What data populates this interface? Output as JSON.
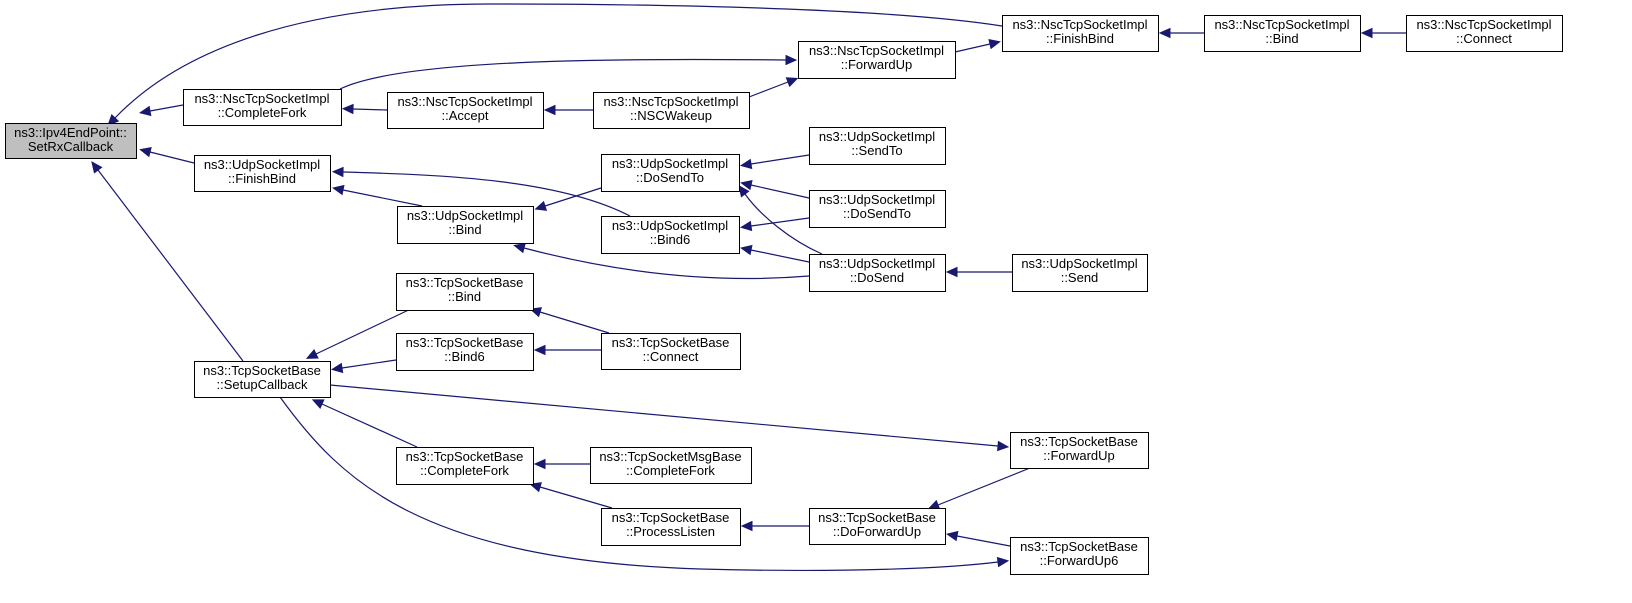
{
  "diagram": {
    "type": "call-graph",
    "edge_color": "#191970",
    "root_fill": "#bfbfbf",
    "nodes": [
      {
        "id": "root",
        "lines": [
          "ns3::Ipv4EndPoint::",
          "SetRxCallback"
        ],
        "root": true
      },
      {
        "id": "nscCompleteFork",
        "lines": [
          "ns3::NscTcpSocketImpl",
          "::CompleteFork"
        ]
      },
      {
        "id": "udpFinishBind",
        "lines": [
          "ns3::UdpSocketImpl",
          "::FinishBind"
        ]
      },
      {
        "id": "tcpSetupCallback",
        "lines": [
          "ns3::TcpSocketBase",
          "::SetupCallback"
        ]
      },
      {
        "id": "nscFinishBind",
        "lines": [
          "ns3::NscTcpSocketImpl",
          "::FinishBind"
        ]
      },
      {
        "id": "nscBind",
        "lines": [
          "ns3::NscTcpSocketImpl",
          "::Bind"
        ]
      },
      {
        "id": "nscConnect",
        "lines": [
          "ns3::NscTcpSocketImpl",
          "::Connect"
        ]
      },
      {
        "id": "nscForwardUp",
        "lines": [
          "ns3::NscTcpSocketImpl",
          "::ForwardUp"
        ]
      },
      {
        "id": "nscAccept",
        "lines": [
          "ns3::NscTcpSocketImpl",
          "::Accept"
        ]
      },
      {
        "id": "nscWakeup",
        "lines": [
          "ns3::NscTcpSocketImpl",
          "::NSCWakeup"
        ]
      },
      {
        "id": "udpBind",
        "lines": [
          "ns3::UdpSocketImpl",
          "::Bind"
        ]
      },
      {
        "id": "udpDoSendTo",
        "lines": [
          "ns3::UdpSocketImpl",
          "::DoSendTo"
        ]
      },
      {
        "id": "udpBind6",
        "lines": [
          "ns3::UdpSocketImpl",
          "::Bind6"
        ]
      },
      {
        "id": "udpSendTo",
        "lines": [
          "ns3::UdpSocketImpl",
          "::SendTo"
        ]
      },
      {
        "id": "udpDoSendTo2",
        "lines": [
          "ns3::UdpSocketImpl",
          "::DoSendTo"
        ]
      },
      {
        "id": "udpDoSend",
        "lines": [
          "ns3::UdpSocketImpl",
          "::DoSend"
        ]
      },
      {
        "id": "udpSend",
        "lines": [
          "ns3::UdpSocketImpl",
          "::Send"
        ]
      },
      {
        "id": "tcpBind",
        "lines": [
          "ns3::TcpSocketBase",
          "::Bind"
        ]
      },
      {
        "id": "tcpBind6",
        "lines": [
          "ns3::TcpSocketBase",
          "::Bind6"
        ]
      },
      {
        "id": "tcpConnect",
        "lines": [
          "ns3::TcpSocketBase",
          "::Connect"
        ]
      },
      {
        "id": "tcpCompleteFork",
        "lines": [
          "ns3::TcpSocketBase",
          "::CompleteFork"
        ]
      },
      {
        "id": "tcpMsgCompleteFork",
        "lines": [
          "ns3::TcpSocketMsgBase",
          "::CompleteFork"
        ]
      },
      {
        "id": "tcpProcessListen",
        "lines": [
          "ns3::TcpSocketBase",
          "::ProcessListen"
        ]
      },
      {
        "id": "tcpDoForwardUp",
        "lines": [
          "ns3::TcpSocketBase",
          "::DoForwardUp"
        ]
      },
      {
        "id": "tcpForwardUp",
        "lines": [
          "ns3::TcpSocketBase",
          "::ForwardUp"
        ]
      },
      {
        "id": "tcpForwardUp6",
        "lines": [
          "ns3::TcpSocketBase",
          "::ForwardUp6"
        ]
      }
    ],
    "edges": [
      {
        "from": "nscFinishBind",
        "to": "root"
      },
      {
        "from": "nscCompleteFork",
        "to": "root"
      },
      {
        "from": "udpFinishBind",
        "to": "root"
      },
      {
        "from": "tcpSetupCallback",
        "to": "root"
      },
      {
        "from": "nscBind",
        "to": "nscFinishBind"
      },
      {
        "from": "nscConnect",
        "to": "nscBind"
      },
      {
        "from": "nscForwardUp",
        "to": "nscFinishBind"
      },
      {
        "from": "nscCompleteFork",
        "to": "nscForwardUp"
      },
      {
        "from": "nscWakeup",
        "to": "nscForwardUp"
      },
      {
        "from": "nscAccept",
        "to": "nscCompleteFork"
      },
      {
        "from": "nscWakeup",
        "to": "nscAccept"
      },
      {
        "from": "udpBind",
        "to": "udpFinishBind"
      },
      {
        "from": "udpBind6",
        "to": "udpFinishBind"
      },
      {
        "from": "udpDoSendTo",
        "to": "udpBind"
      },
      {
        "from": "udpDoSend",
        "to": "udpBind"
      },
      {
        "from": "udpSendTo",
        "to": "udpDoSendTo"
      },
      {
        "from": "udpDoSendTo2",
        "to": "udpDoSendTo"
      },
      {
        "from": "udpDoSend",
        "to": "udpDoSendTo"
      },
      {
        "from": "udpDoSendTo2",
        "to": "udpBind6"
      },
      {
        "from": "udpDoSend",
        "to": "udpBind6"
      },
      {
        "from": "udpSend",
        "to": "udpDoSend"
      },
      {
        "from": "tcpBind",
        "to": "tcpSetupCallback"
      },
      {
        "from": "tcpBind6",
        "to": "tcpSetupCallback"
      },
      {
        "from": "tcpCompleteFork",
        "to": "tcpSetupCallback"
      },
      {
        "from": "tcpSetupCallback",
        "to": "tcpForwardUp"
      },
      {
        "from": "tcpSetupCallback",
        "to": "tcpForwardUp6"
      },
      {
        "from": "tcpConnect",
        "to": "tcpBind"
      },
      {
        "from": "tcpConnect",
        "to": "tcpBind6"
      },
      {
        "from": "tcpMsgCompleteFork",
        "to": "tcpCompleteFork"
      },
      {
        "from": "tcpProcessListen",
        "to": "tcpCompleteFork"
      },
      {
        "from": "tcpDoForwardUp",
        "to": "tcpProcessListen"
      },
      {
        "from": "tcpForwardUp",
        "to": "tcpDoForwardUp"
      },
      {
        "from": "tcpForwardUp6",
        "to": "tcpDoForwardUp"
      }
    ]
  }
}
